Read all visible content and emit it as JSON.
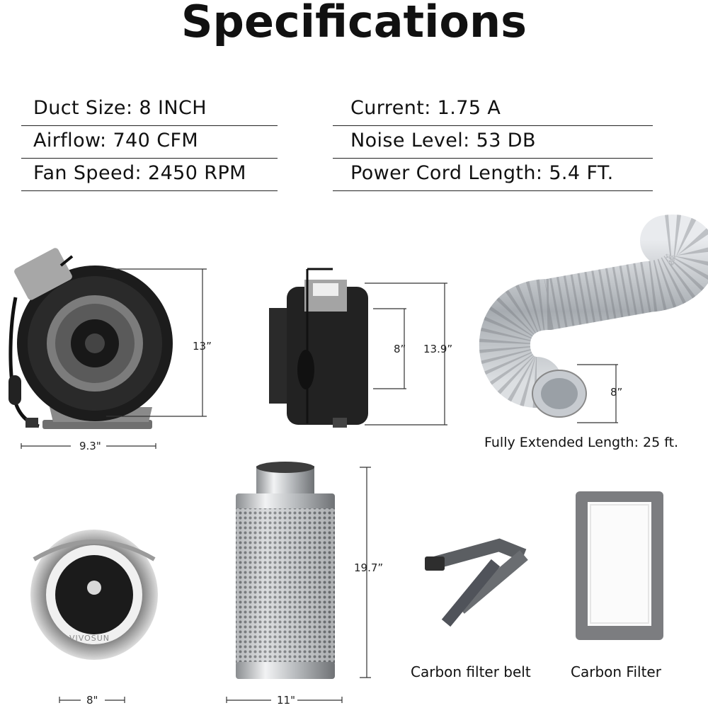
{
  "title": "Specifications",
  "specs": {
    "left": [
      {
        "text": "Duct Size: 8 INCH"
      },
      {
        "text": "Airflow: 740 CFM"
      },
      {
        "text": "Fan Speed: 2450 RPM"
      }
    ],
    "right": [
      {
        "text": "Current: 1.75 A"
      },
      {
        "text": "Noise Level: 53 DB"
      },
      {
        "text": "Power Cord Length: 5.4 FT."
      }
    ]
  },
  "dimensions": {
    "fan_front_height": "13”",
    "fan_front_width": "9.3\"",
    "fan_side_inner": "8”",
    "fan_side_height": "13.9”",
    "duct_diameter": "8”",
    "filter_end_width": "8\"",
    "filter_height": "19.7”",
    "filter_width": "11\""
  },
  "captions": {
    "duct": "Fully Extended Length: 25 ft.",
    "belt": "Carbon filter belt",
    "filter": "Carbon Filter"
  },
  "brand": {
    "filter_logo": "VIVOSUN"
  }
}
